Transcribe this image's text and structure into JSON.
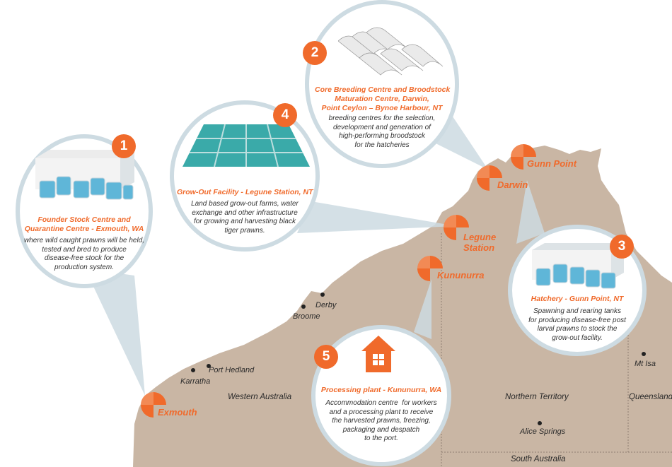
{
  "colors": {
    "land": "#c9b6a4",
    "accent": "#f06a2b",
    "bubble_border": "#cddbe2",
    "water_tank": "#5fb6d8"
  },
  "places": {
    "derby": "Derby",
    "broome": "Broome",
    "port_hedland": "Port Hedland",
    "karratha": "Karratha",
    "mt_isa": "Mt Isa",
    "alice_springs": "Alice Springs"
  },
  "regions": {
    "wa": "Western Australia",
    "nt": "Northern Territory",
    "qld": "Queensland",
    "sa": "South Australia"
  },
  "sites": {
    "exmouth": "Exmouth",
    "darwin": "Darwin",
    "gunn_point": "Gunn Point",
    "legune": "Legune\nStation",
    "kununurra": "Kununurra"
  },
  "bubbles": [
    {
      "number": "1",
      "title": "Founder Stock Centre and\nQuarantine Centre - Exmouth, WA",
      "description": "where wild caught prawns will be held,\ntested and bred to produce\ndisease-free stock for the\nproduction system.",
      "icon": "tank-shed-icon"
    },
    {
      "number": "2",
      "title": "Core Breeding Centre and Broodstock\nMaturation Centre, Darwin,\nPoint Ceylon – Bynoe Harbour, NT",
      "description": "breeding centres for the selection,\ndevelopment and generation of\nhigh-performing broodstock\nfor the hatcheries",
      "icon": "greenhouse-icon"
    },
    {
      "number": "3",
      "title": "Hatchery - Gunn Point, NT",
      "description": "Spawning and rearing tanks\nfor producing disease-free post\nlarval prawns to stock the\ngrow-out facility.",
      "icon": "tank-shed-icon"
    },
    {
      "number": "4",
      "title": "Grow-Out Facility - Legune Station, NT",
      "description": "Land based grow-out farms, water\nexchange and other infrastructure\nfor growing and harvesting black\ntiger prawns.",
      "icon": "ponds-icon"
    },
    {
      "number": "5",
      "title": "Processing plant - Kununurra, WA",
      "description": "Accommodation centre  for workers\nand a processing plant to receive\nthe harvested prawns, freezing,\npackaging and despatch\nto the port.",
      "icon": "house-icon"
    }
  ]
}
